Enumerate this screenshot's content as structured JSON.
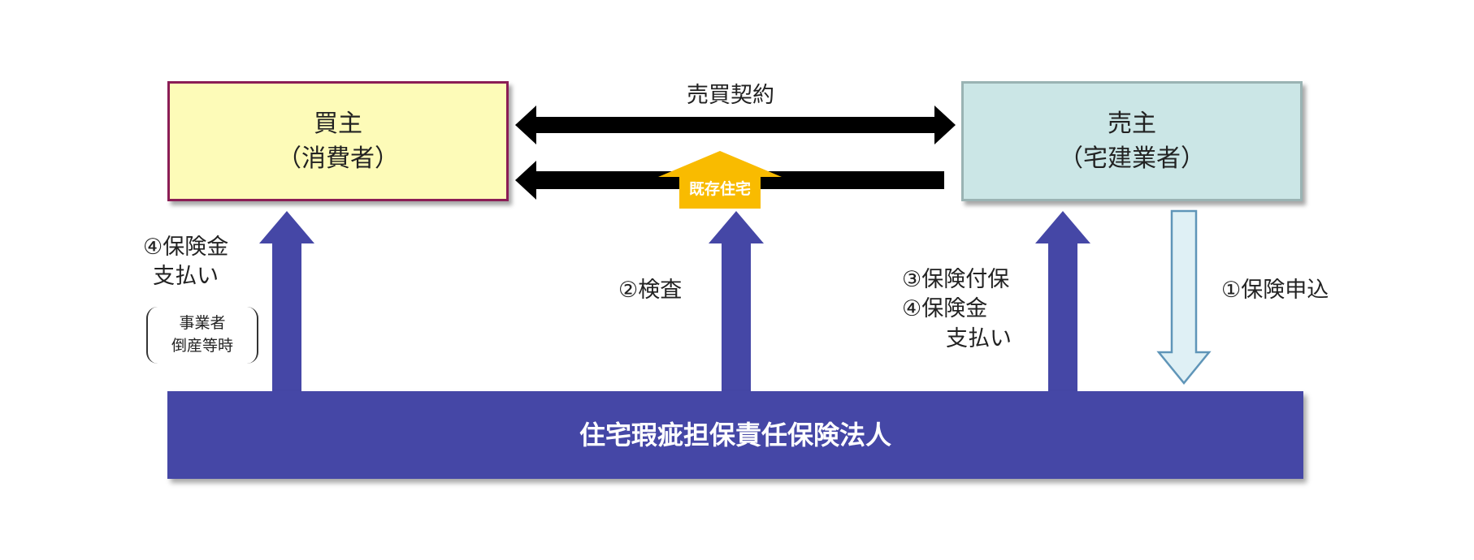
{
  "buyer": {
    "line1": "買主",
    "line2": "（消費者）"
  },
  "seller": {
    "line1": "売主",
    "line2": "（宅建業者）"
  },
  "corporation": {
    "label": "住宅瑕疵担保責任保険法人"
  },
  "contract": {
    "label": "売買契約"
  },
  "existing_house": {
    "label": "既存住宅"
  },
  "steps": {
    "payment_buyer": {
      "line1": "④保険金",
      "line2": "支払い"
    },
    "bracket_note": {
      "line1": "事業者",
      "line2": "倒産等時"
    },
    "inspection": {
      "label": "②検査"
    },
    "insurance_seller": {
      "line1": "③保険付保",
      "line2": "④保険金",
      "line3": "支払い"
    },
    "apply": {
      "label": "①保険申込"
    }
  },
  "colors": {
    "buyer_fill": "#fdfbb8",
    "buyer_border": "#8b1d55",
    "seller_fill": "#cbe6e6",
    "seller_border": "#9ab3b3",
    "corporation_fill": "#4547a6",
    "arrow_up": "#4547a6",
    "arrow_apply_fill": "#dff0f5",
    "arrow_apply_stroke": "#5f95b8",
    "contract_arrow": "#000000",
    "existing_house_arrow": "#f9bb00"
  }
}
